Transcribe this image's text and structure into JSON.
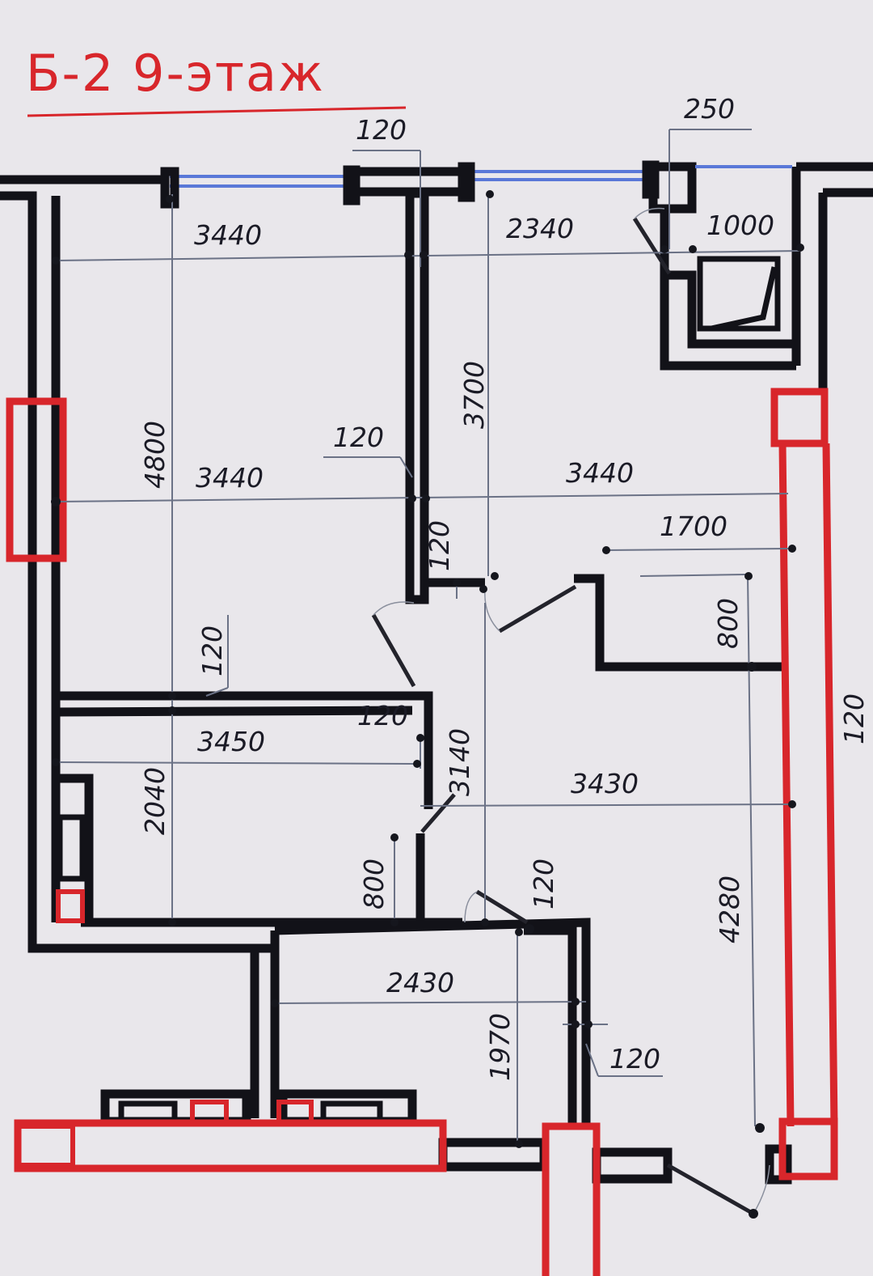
{
  "title": "Б-2 9-этаж",
  "colors": {
    "title": "#d8262b",
    "wall": "#121218",
    "structural_red": "#d8262b",
    "window": "#5a78d8",
    "background": "#e9e7eb"
  },
  "dimensions": {
    "top_wall": "120",
    "top_wall_right": "250",
    "room1_width": "3440",
    "room2_width": "2340",
    "bath_width": "1000",
    "room1_height": "4800",
    "room2_height": "3700",
    "partition_label": "120",
    "room1_width_mid": "3440",
    "room2_width_mid": "3440",
    "partition_vert": "120",
    "hall_width": "1700",
    "closet_depth": "800",
    "left_wall_label": "120",
    "corridor_wall": "120",
    "kitchen_width": "3450",
    "kitchen_length": "3140",
    "living_width": "3430",
    "right_wall": "120",
    "kitchen_height": "2040",
    "door_width": "800",
    "bath_wall": "120",
    "living_height": "4280",
    "bath2_width": "2430",
    "bath2_height": "1970",
    "bath2_wall": "120"
  }
}
